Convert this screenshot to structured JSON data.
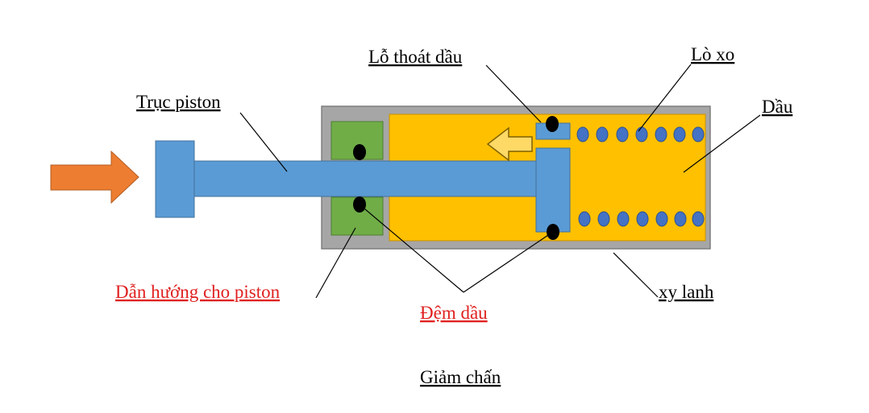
{
  "labels": {
    "truc_piston": "Trục piston",
    "lo_thoat_dau": "Lỗ thoát dầu",
    "lo_xo": "Lò xo",
    "dau": "Dầu",
    "dan_huong": "Dẫn hướng cho piston",
    "dem_dau": "Đệm dầu",
    "xy_lanh": "xy lanh",
    "caption": "Giảm chấn"
  },
  "colors": {
    "cylinder_body": "#a6a6a6",
    "oil": "#ffc000",
    "piston": "#5b9bd5",
    "guide": "#70ad47",
    "force_arrow": "#ed7d31",
    "flow_arrow": "#ffd966",
    "seal": "#000000",
    "label_text": "#000000",
    "label_highlight": "#e02020"
  }
}
